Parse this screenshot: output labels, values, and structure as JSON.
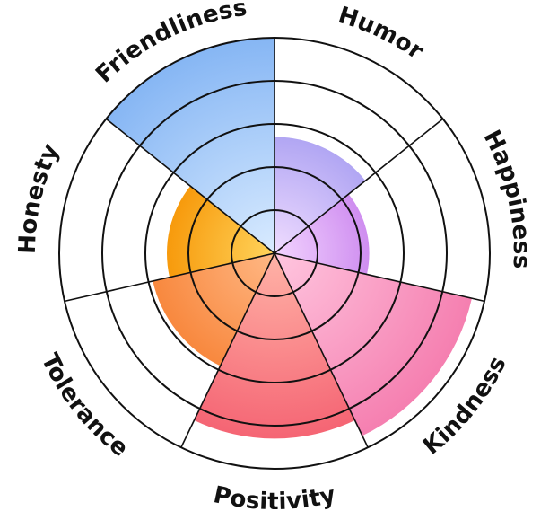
{
  "chart_data": {
    "type": "polar-area",
    "title": "",
    "rings": 5,
    "categories": [
      "Humor",
      "Happiness",
      "Kindness",
      "Positivity",
      "Tolerance",
      "Honesty",
      "Friendliness"
    ],
    "values": [
      2.7,
      2.2,
      4.7,
      4.3,
      2.9,
      2.5,
      5.0
    ],
    "max": 5,
    "colors": [
      {
        "inner": "#f0dcff",
        "outer": "#b1a6f3"
      },
      {
        "inner": "#f2d4ff",
        "outer": "#cf8ef0"
      },
      {
        "inner": "#ffc6df",
        "outer": "#f57fb0"
      },
      {
        "inner": "#ffb3a7",
        "outer": "#f56574"
      },
      {
        "inner": "#ffb885",
        "outer": "#f8883e"
      },
      {
        "inner": "#ffd45c",
        "outer": "#f79a0c"
      },
      {
        "inner": "#d9ebff",
        "outer": "#86b6f4"
      }
    ]
  }
}
